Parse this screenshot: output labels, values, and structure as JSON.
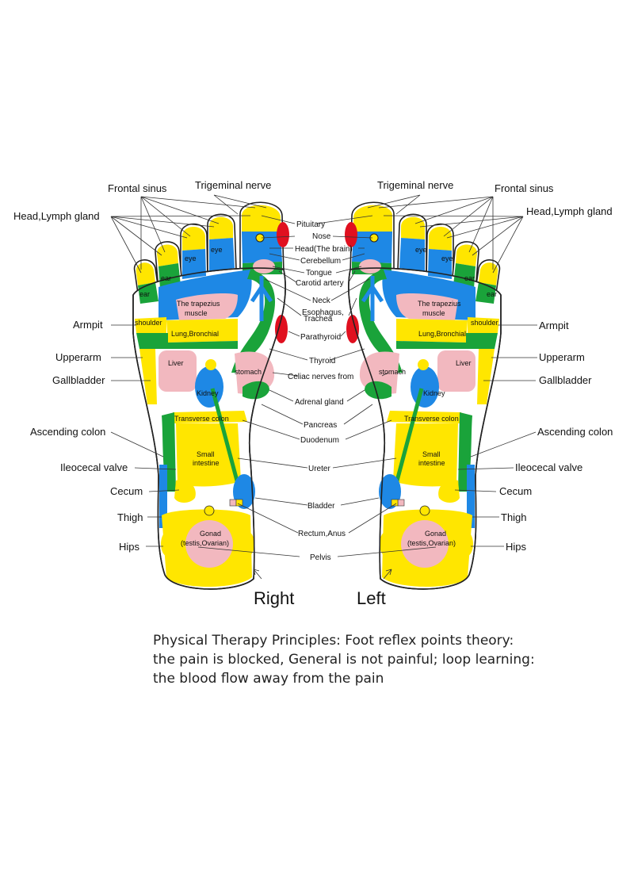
{
  "colors": {
    "yellow": "#ffe600",
    "blue": "#1e88e5",
    "green": "#1aa33a",
    "pink": "#f2b8bf",
    "red": "#e0101f",
    "outline": "#222222"
  },
  "labels": {
    "frontal_sinus": "Frontal sinus",
    "trigeminal_nerve": "Trigeminal nerve",
    "head_lymph_gland": "Head,Lymph gland",
    "armpit": "Armpit",
    "upperarm": "Upperarm",
    "gallbladder": "Gallbladder",
    "ascending_colon": "Ascending colon",
    "ileocecal_valve": "Ileocecal valve",
    "cecum": "Cecum",
    "thigh": "Thigh",
    "hips": "Hips",
    "pituitary": "Pituitary",
    "nose": "Nose",
    "head_brain": "Head(The brain)",
    "cerebellum": "Cerebellum",
    "tongue": "Tongue",
    "carotid_artery": "Carotid artery",
    "neck": "Neck",
    "esophagus": "Esophagus,",
    "trachea": "Trachea",
    "parathyroid": "Parathyroid",
    "thyroid": "Thyroid",
    "celiac_nerves": "Celiac nerves from",
    "adrenal_gland": "Adrenal gland",
    "pancreas": "Pancreas",
    "duodenum": "Duodenum",
    "ureter": "Ureter",
    "bladder": "Bladder",
    "rectum_anus": "Rectum,Anus",
    "pelvis": "Pelvis",
    "eye": "eye",
    "ear": "ear",
    "shoulder": "shoulder",
    "trapezius_1": "The trapezius",
    "trapezius_2": "muscle",
    "lung_bronchial": "Lung,Bronchial",
    "liver": "Liver",
    "stomach": "stomach",
    "kidney": "Kidney",
    "transverse_colon": "Transverse colon",
    "small_intestine_1": "Small",
    "small_intestine_2": "intestine",
    "gonad_1": "Gonad",
    "gonad_2": "(testis,Ovarian)",
    "right": "Right",
    "left": "Left"
  },
  "caption": {
    "line1": "Physical Therapy Principles: Foot reflex points theory:",
    "line2": "the pain is blocked, General is not painful; loop learning:",
    "line3": "the blood flow away from the pain"
  }
}
